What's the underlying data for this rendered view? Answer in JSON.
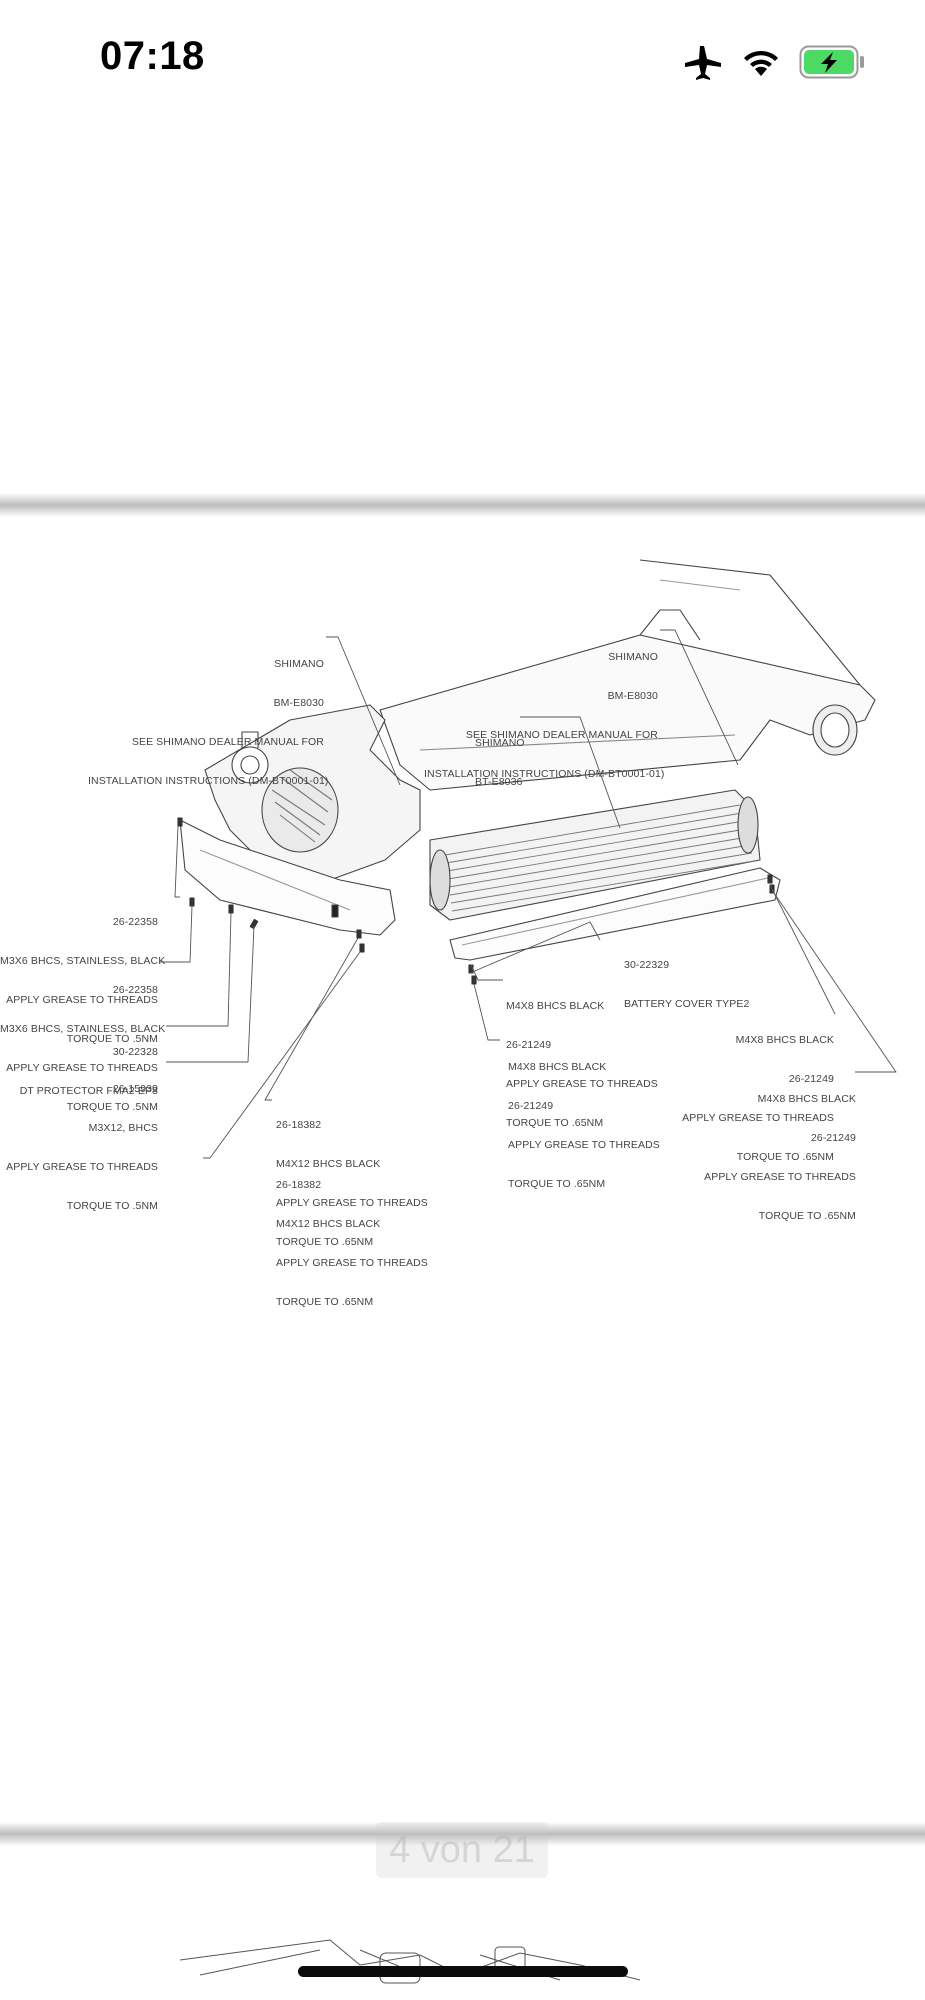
{
  "status_bar": {
    "time": "07:18",
    "icons": [
      "airplane-icon",
      "wifi-icon",
      "battery-charging-icon"
    ],
    "battery_color": "#4cd964"
  },
  "page_indicator": "4 von 21",
  "diagram": {
    "labels": {
      "shimano_bm_left": [
        "SHIMANO",
        "BM-E8030",
        "SEE SHIMANO DEALER MANUAL FOR",
        "INSTALLATION INSTRUCTIONS (DM-BT0001-01)"
      ],
      "shimano_bm_right": [
        "SHIMANO",
        "BM-E8030",
        "SEE SHIMANO DEALER MANUAL FOR",
        "INSTALLATION INSTRUCTIONS (DM-BT0001-01)"
      ],
      "shimano_bt": [
        "SHIMANO",
        "BT-E8036"
      ],
      "bolt_m3x6_a": [
        "26-22358",
        "M3X6 BHCS, STAINLESS, BLACK",
        "APPLY GREASE TO THREADS",
        "TORQUE TO .5NM"
      ],
      "bolt_m3x6_b": [
        "26-22358",
        "M3X6 BHCS, STAINLESS, BLACK",
        "APPLY GREASE TO THREADS",
        "TORQUE TO .5NM"
      ],
      "dt_protector": [
        "30-22328",
        "DT PROTECTOR FMA2 EP8"
      ],
      "bolt_m3x12": [
        "26-15939",
        "M3X12, BHCS",
        "APPLY GREASE TO THREADS",
        "TORQUE TO .5NM"
      ],
      "bolt_m4x12_a": [
        "26-18382",
        "M4X12 BHCS BLACK",
        "APPLY GREASE TO THREADS",
        "TORQUE TO .65NM"
      ],
      "bolt_m4x12_b": [
        "26-18382",
        "M4X12 BHCS BLACK",
        "APPLY GREASE TO THREADS",
        "TORQUE TO .65NM"
      ],
      "battery_cover": [
        "30-22329",
        "BATTERY COVER TYPE2"
      ],
      "bolt_m4x8_a": [
        "M4X8 BHCS BLACK",
        "26-21249",
        "APPLY GREASE TO THREADS",
        "TORQUE TO .65NM"
      ],
      "bolt_m4x8_b": [
        "M4X8 BHCS BLACK",
        "26-21249",
        "APPLY GREASE TO THREADS",
        "TORQUE TO .65NM"
      ],
      "bolt_m4x8_c": [
        "M4X8 BHCS BLACK",
        "26-21249",
        "APPLY GREASE TO THREADS",
        "TORQUE TO .65NM"
      ],
      "bolt_m4x8_d": [
        "M4X8 BHCS BLACK",
        "26-21249",
        "APPLY GREASE TO THREADS",
        "TORQUE TO .65NM"
      ]
    }
  }
}
